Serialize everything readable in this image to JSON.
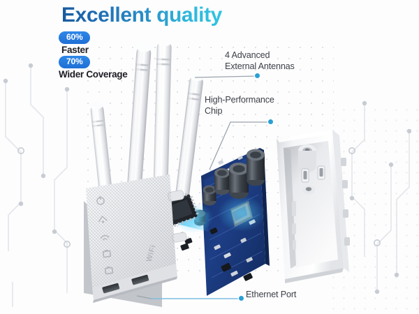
{
  "meta": {
    "kind": "product-marketing-image",
    "subject": "wifi-range-extender-exploded-view",
    "background_color": "#fdfdfe"
  },
  "headline": {
    "text": "Excellent quality",
    "gradient_from": "#1a5b9e",
    "gradient_to": "#31c3e2"
  },
  "badges": [
    {
      "name": "faster",
      "value": "60%",
      "label": "Faster",
      "pill_color": "#2275da",
      "label_color": "#1c1c22"
    },
    {
      "name": "wider-coverage",
      "value": "70%",
      "label": "Wider Coverage",
      "pill_color": "#2275da",
      "label_color": "#1c1c22"
    }
  ],
  "callouts": [
    {
      "name": "antennas",
      "text": "4 Advanced\nExternal Antennas",
      "dot_color": "#2b9fd4",
      "text_color": "#3b3f45"
    },
    {
      "name": "chip",
      "text": "High-Performance\nChip",
      "dot_color": "#2b9fd4",
      "text_color": "#3b3f45"
    },
    {
      "name": "ethernet",
      "text": "Ethernet Port",
      "dot_color": "#2b9fd4",
      "text_color": "#3b3f45"
    }
  ],
  "product": {
    "front_cover": {
      "name": "front-cover-panel",
      "finish": "white-textured-mesh",
      "led_indicators": [
        "power-led",
        "signal-strength-led",
        "wifi-led",
        "lan1-led",
        "lan2-led"
      ],
      "brand_mark": "WiFi",
      "ports_visible": 2
    },
    "antennas": {
      "name": "external-antennas",
      "count": 4,
      "color": "#f2f3f5"
    },
    "mainboard": {
      "name": "pcb-mainboard",
      "board_color": "#1b3a78",
      "chip_highlight_color": "#36b6e8",
      "components": [
        "main-soc-chip",
        "rf-shield-chip",
        "electrolytic-capacitors",
        "smd-resistors"
      ]
    },
    "back_cover": {
      "name": "back-cover-shell",
      "finish": "white-matte-plastic",
      "features": [
        "screw-boss",
        "mount-slots",
        "inner-ribs"
      ]
    }
  },
  "decor": {
    "dot_grid_color": "#c9ccd2",
    "circuit_trace_color": "#e2e5ea"
  }
}
